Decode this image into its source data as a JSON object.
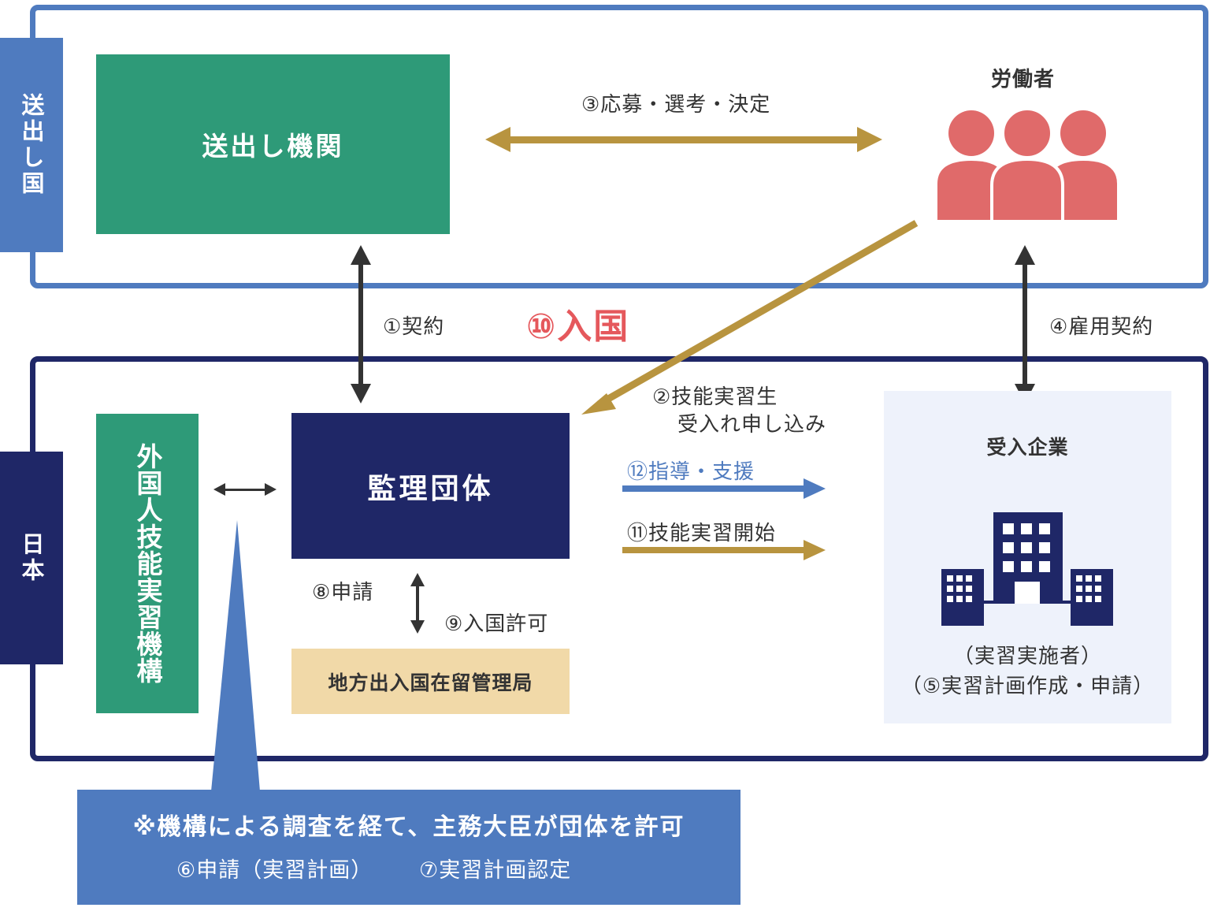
{
  "regions": {
    "sending_country": "送出し国",
    "japan": "日本"
  },
  "entities": {
    "sending_organization": "送出し機関",
    "workers": "労働者",
    "supervising_organization": "監理団体",
    "otit": "外国人技能実習機構",
    "immigration_bureau": "地方出入国在留管理局",
    "company": {
      "title": "受入企業",
      "role": "（実習実施者）",
      "task": "（⑤実習計画作成・申請）"
    }
  },
  "steps": {
    "s1": "①契約",
    "s2_line1": "②技能実習生",
    "s2_line2": "受入れ申し込み",
    "s3": "③応募・選考・決定",
    "s4": "④雇用契約",
    "s8": "⑧申請",
    "s9": "⑨入国許可",
    "s10": "⑩入国",
    "s11": "⑪技能実習開始",
    "s12": "⑫指導・支援"
  },
  "callout": {
    "main": "※機構による調査を経て、主務大臣が団体を許可",
    "s6": "⑥申請（実習計画）",
    "s7": "⑦実習計画認定"
  },
  "colors": {
    "sending_blue": "#4f7bbf",
    "japan_navy": "#1f2767",
    "green": "#2e9a78",
    "gold": "#b8943f",
    "coral": "#e5585c",
    "worker_red": "#e06a6a",
    "cream": "#f1d9a8",
    "dark_arrow": "#333333"
  },
  "icons": {
    "workers": "people-group-icon",
    "company": "office-buildings-icon"
  }
}
